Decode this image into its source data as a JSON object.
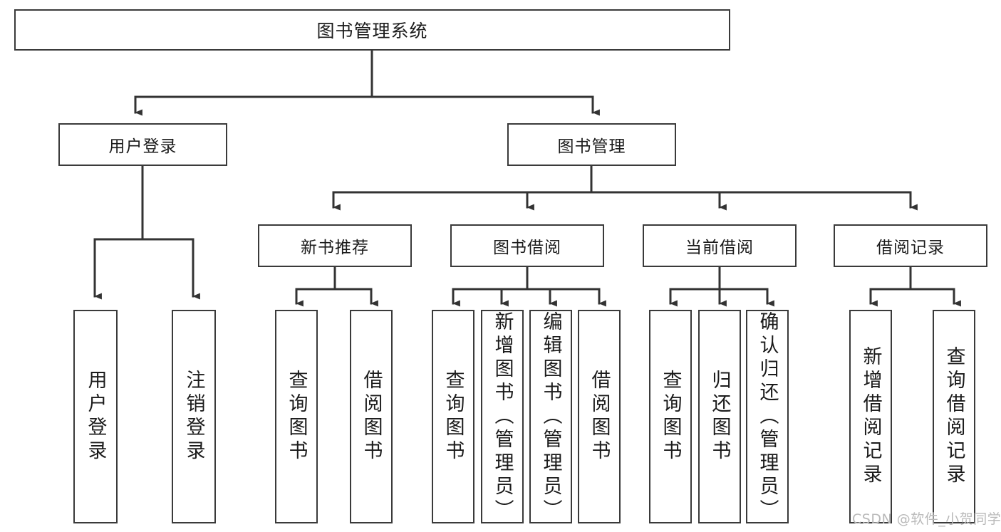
{
  "diagram": {
    "title": "图书管理系统",
    "type": "tree-hierarchy-diagram",
    "watermark": "CSDN @软件_小贺同学",
    "colors": {
      "box_border": "#3a3a3a",
      "box_fill": "#ffffff",
      "connector": "#333333",
      "text": "#1b1b1b",
      "watermark": "#b9b9b9"
    },
    "root": {
      "label": "图书管理系统"
    },
    "level2": [
      {
        "id": "user-login",
        "label": "用户登录"
      },
      {
        "id": "book-management",
        "label": "图书管理"
      }
    ],
    "level3": [
      {
        "id": "new-book-recommend",
        "label": "新书推荐",
        "parent": "book-management"
      },
      {
        "id": "book-borrow",
        "label": "图书借阅",
        "parent": "book-management"
      },
      {
        "id": "current-borrow",
        "label": "当前借阅",
        "parent": "book-management"
      },
      {
        "id": "borrow-record",
        "label": "借阅记录",
        "parent": "book-management"
      }
    ],
    "leaves": {
      "user-login": [
        {
          "id": "leaf-user-login",
          "label": "用户登录"
        },
        {
          "id": "leaf-logout",
          "label": "注销登录"
        }
      ],
      "new-book-recommend": [
        {
          "id": "leaf-query-book-1",
          "label": "查询图书"
        },
        {
          "id": "leaf-borrow-book-1",
          "label": "借阅图书"
        }
      ],
      "book-borrow": [
        {
          "id": "leaf-query-book-2",
          "label": "查询图书"
        },
        {
          "id": "leaf-add-book",
          "label": "新增图书（管理员）"
        },
        {
          "id": "leaf-edit-book",
          "label": "编辑图书（管理员）"
        },
        {
          "id": "leaf-borrow-book-2",
          "label": "借阅图书"
        }
      ],
      "current-borrow": [
        {
          "id": "leaf-query-book-3",
          "label": "查询图书"
        },
        {
          "id": "leaf-return-book",
          "label": "归还图书"
        },
        {
          "id": "leaf-confirm-return",
          "label": "确认归还（管理员）"
        }
      ],
      "borrow-record": [
        {
          "id": "leaf-add-record",
          "label": "新增借阅记录"
        },
        {
          "id": "leaf-query-record",
          "label": "查询借阅记录"
        }
      ]
    }
  }
}
